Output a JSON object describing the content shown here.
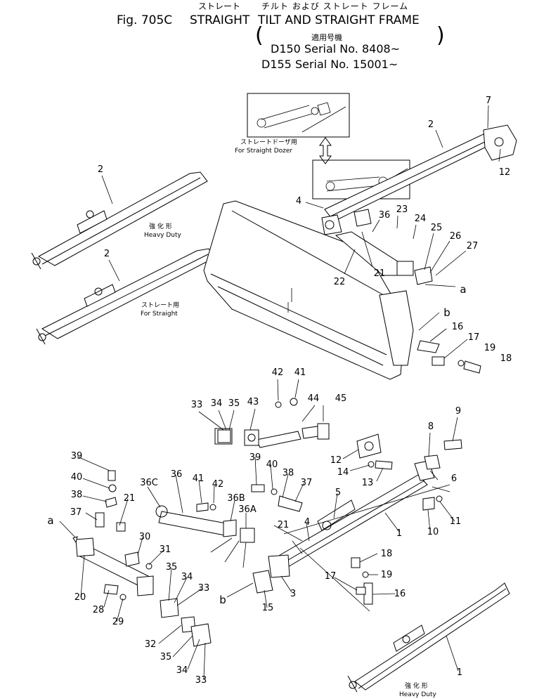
{
  "header": {
    "kana_straight": "ストレート",
    "kana_tilt": "チルト および ストレート フレーム",
    "fig_no": "Fig. 705C",
    "title_straight": "STRAIGHT",
    "title_rest": "TILT AND STRAIGHT FRAME",
    "applicable_kana": "適用号機",
    "serial_line_1": "D150 Serial No. 8408~",
    "serial_line_2": "D155 Serial No. 15001~"
  },
  "captions": {
    "dozer_jp": "ストレートドーザ用",
    "dozer_en": "For Straight Dozer",
    "heavy_jp_1": "強 化 形",
    "heavy_en_1": "Heavy Duty",
    "straight_jp": "ストレート用",
    "straight_en": "For Straight",
    "heavy_jp_2": "強 化 形",
    "heavy_en_2": "Heavy Duty"
  },
  "labels": [
    "7",
    "2",
    "12",
    "2",
    "4",
    "23",
    "24",
    "36",
    "25",
    "26",
    "27",
    "21",
    "22",
    "a",
    "b",
    "16",
    "17",
    "19",
    "18",
    "2",
    "42",
    "41",
    "44",
    "45",
    "43",
    "33",
    "34",
    "35",
    "9",
    "8",
    "12",
    "6",
    "14",
    "13",
    "39",
    "40",
    "38",
    "37",
    "36",
    "36C",
    "41",
    "42",
    "39",
    "40",
    "38",
    "36B",
    "36A",
    "37",
    "21",
    "5",
    "4",
    "1",
    "11",
    "10",
    "a",
    "20",
    "30",
    "31",
    "35",
    "34",
    "33",
    "21",
    "28",
    "29",
    "18",
    "19",
    "17",
    "16",
    "3",
    "15",
    "b",
    "32",
    "35",
    "34",
    "33",
    "1"
  ]
}
